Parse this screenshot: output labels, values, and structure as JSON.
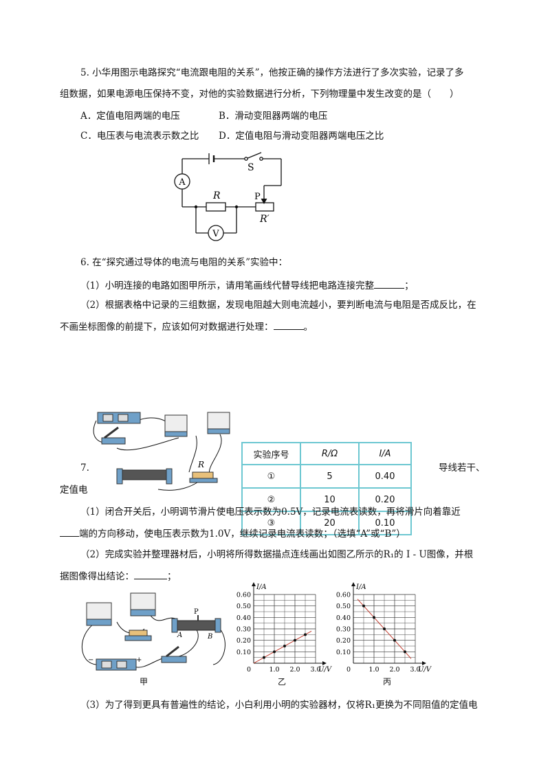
{
  "q5": {
    "line1": "5. 小华用图示电路探究“电流跟电阻的关系”，他按正确的操作方法进行了多次实验，记录了多",
    "line2": "组数据，如果电源电压保持不变，对他的实验数据进行分析，下列物理量中发生改变的是（　　）",
    "optA": "A．定值电阻两端的电压",
    "optB": "B．滑动变阻器两端的电压",
    "optC": "C．电压表与电流表示数之比",
    "optD": "D．定值电阻与滑动变阻器两端电压之比",
    "circuit": {
      "switch": "S",
      "ammeter": "A",
      "voltmeter": "V",
      "resistor": "R",
      "slider": "P",
      "rheostat": "R′"
    }
  },
  "q6": {
    "stem": "6. 在“探究通过导体的电流与电阻的关系”实验中：",
    "p1": "（1）小明连接的电路如图甲所示，请用笔画线代替导线把电路连接完整",
    "p1_end": "；",
    "p2a": "（2）根据表格中记录的三组数据，发现电阻越大则电流越小，要判断电流与电阻是否成反比，在",
    "p2b": "不画坐标图像的前提下，应该如何对数据进行处理：",
    "p2b_end": "。"
  },
  "table": {
    "headers": [
      "实验序号",
      "R/Ω",
      "I/A"
    ],
    "rows": [
      [
        "①",
        "5",
        "0.40"
      ],
      [
        "②",
        "10",
        "0.20"
      ],
      [
        "③",
        "20",
        "0.10"
      ]
    ]
  },
  "q7": {
    "num": "7.",
    "tail": "导线若干、",
    "line2": "定值电",
    "p1a": "（1）闭合开关后，小明调节滑片使电压表示数为0.5V，记录电流表读数，再将滑片向着靠近",
    "p1b": "端的方向移动，使电压表示数为1.0V，继续记录电流表读数；（选填“A”或“B”）",
    "p2a": "（2）完成实验并整理器材后，小明将所得数据描点连线画出如图乙所示的R₁的 I - U图像，并根",
    "p2b": "据图像得出结论：",
    "p2b_end": "；",
    "p3": "（3）为了得到更具有普遍性的结论，小白利用小明的实验器材，仅将R₁更换为不同阻值的定值电",
    "fig_jia": "甲",
    "fig_yi": "乙",
    "fig_bing": "丙",
    "label_R": "R",
    "label_P": "P",
    "label_A": "A",
    "label_B": "B",
    "minus": "−",
    "plus": "+"
  },
  "chart_data": [
    {
      "type": "line",
      "title": "乙",
      "xlabel": "U/V",
      "ylabel": "I/A",
      "xlim": [
        0,
        3.0
      ],
      "ylim": [
        0,
        0.6
      ],
      "xticks": [
        "1.0",
        "2.0",
        "3.0"
      ],
      "yticks": [
        "0.10",
        "0.20",
        "0.30",
        "0.40",
        "0.50",
        "0.60"
      ],
      "origin_label": "0",
      "grid": true,
      "points": [
        [
          0.5,
          0.05
        ],
        [
          1.0,
          0.1
        ],
        [
          1.5,
          0.15
        ],
        [
          2.0,
          0.2
        ],
        [
          2.5,
          0.25
        ]
      ],
      "line": [
        [
          0,
          0
        ],
        [
          2.8,
          0.28
        ]
      ]
    },
    {
      "type": "line",
      "title": "丙",
      "xlabel": "U/V",
      "ylabel": "I/A",
      "xlim": [
        0,
        3.0
      ],
      "ylim": [
        0,
        0.6
      ],
      "xticks": [
        "1.0",
        "2.0",
        "3.0"
      ],
      "yticks": [
        "0.10",
        "0.20",
        "0.30",
        "0.40",
        "0.50",
        "0.60"
      ],
      "origin_label": "0",
      "grid": true,
      "points": [
        [
          0.5,
          0.5
        ],
        [
          1.0,
          0.4
        ],
        [
          1.5,
          0.3
        ],
        [
          2.0,
          0.2
        ],
        [
          2.5,
          0.1
        ]
      ],
      "line": [
        [
          0.2,
          0.56
        ],
        [
          2.8,
          0.04
        ]
      ]
    }
  ]
}
